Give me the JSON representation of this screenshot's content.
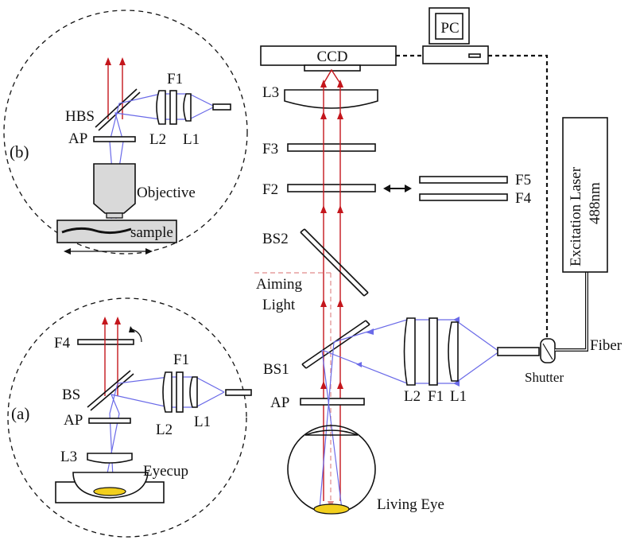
{
  "labels": {
    "pc": "PC",
    "ccd": "CCD",
    "l3": "L3",
    "f3": "F3",
    "f2": "F2",
    "f5": "F5",
    "f4": "F4",
    "bs2": "BS2",
    "aiming_light_1": "Aiming",
    "aiming_light_2": "Light",
    "bs1": "BS1",
    "ap": "AP",
    "l2": "L2",
    "f1": "F1",
    "l1": "L1",
    "living_eye": "Living Eye",
    "shutter": "Shutter",
    "fiber": "Fiber",
    "excitation_laser": "Excitation Laser",
    "wavelength": "488nm"
  },
  "inset_b": {
    "caption": "(b)",
    "f1": "F1",
    "hbs": "HBS",
    "ap": "AP",
    "l2": "L2",
    "l1": "L1",
    "objective": "Objective",
    "sample": "sample"
  },
  "inset_a": {
    "caption": "(a)",
    "f4": "F4",
    "f1": "F1",
    "bs": "BS",
    "ap": "AP",
    "l2": "L2",
    "l1": "L1",
    "l3": "L3",
    "eyecup": "Eyecup"
  },
  "colors": {
    "emission_beam": "#c4161c",
    "excitation_beam": "#6a6ae8",
    "retina_fill": "#f2cf1d",
    "objective_fill": "#d9d9d9"
  }
}
